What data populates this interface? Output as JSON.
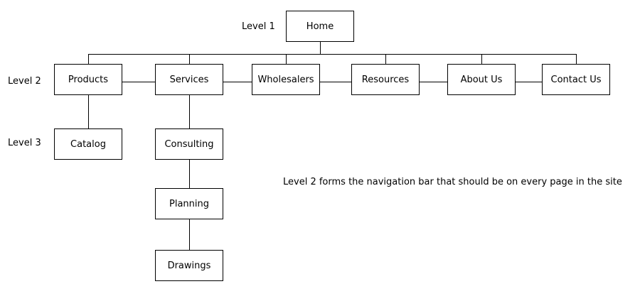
{
  "levels": {
    "level1": "Level 1",
    "level2": "Level 2",
    "level3": "Level 3"
  },
  "nodes": {
    "home": "Home",
    "products": "Products",
    "services": "Services",
    "wholesalers": "Wholesalers",
    "resources": "Resources",
    "about_us": "About Us",
    "contact_us": "Contact Us",
    "catalog": "Catalog",
    "consulting": "Consulting",
    "planning": "Planning",
    "drawings": "Drawings"
  },
  "note": "Level 2 forms the navigation bar that should be on every page in the site",
  "colors": {
    "line": "#000000",
    "box_border": "#000000",
    "background": "#ffffff"
  }
}
